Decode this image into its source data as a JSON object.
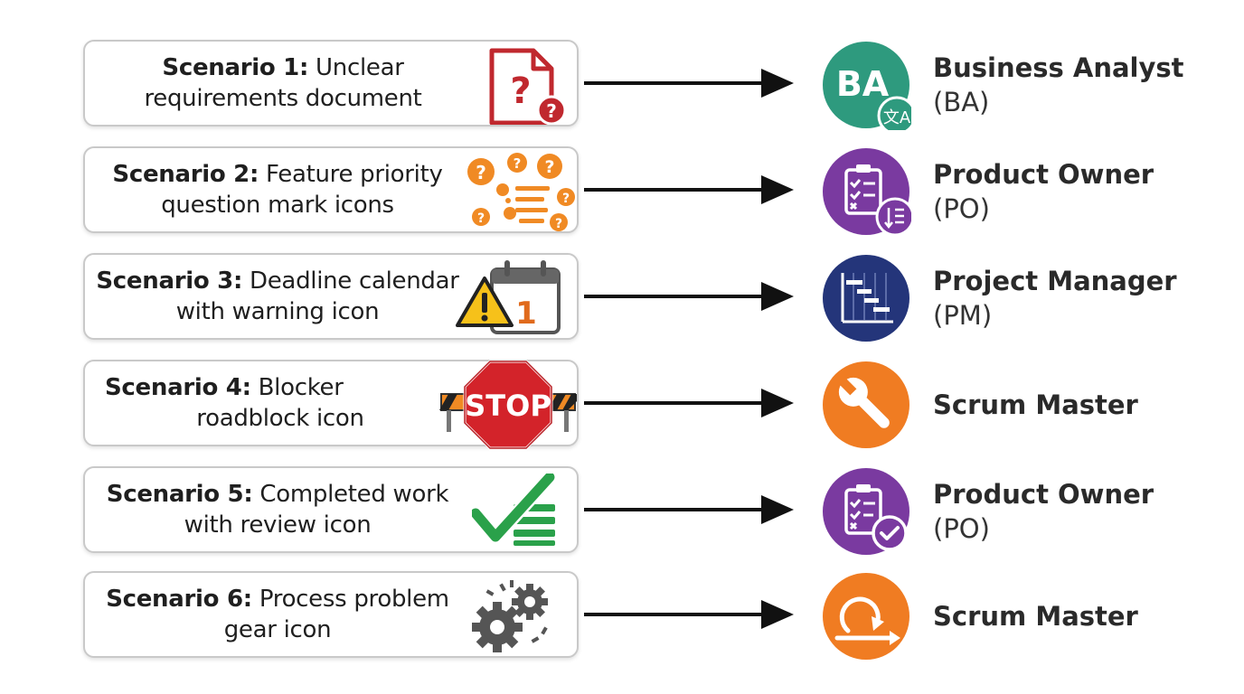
{
  "scenarios": [
    {
      "label": "Scenario 1:",
      "line1": "Unclear",
      "line2": "requirements document",
      "icon": "document-question-icon",
      "role": {
        "name": "Business Analyst",
        "abbr": "(BA)",
        "icon": "business-analyst-icon",
        "color": "#2e9a7e",
        "icon_text": "BA"
      }
    },
    {
      "label": "Scenario 2:",
      "line1": "Feature priority",
      "line2": "question mark icons",
      "icon": "question-marks-list-icon",
      "role": {
        "name": "Product Owner",
        "abbr": "(PO)",
        "icon": "clipboard-priority-icon",
        "color": "#7a3aa0"
      }
    },
    {
      "label": "Scenario 3:",
      "line1": "Deadline calendar",
      "line2": "with warning icon",
      "icon": "calendar-warning-icon",
      "calendar_text": "1",
      "role": {
        "name": "Project Manager",
        "abbr": "(PM)",
        "icon": "gantt-chart-icon",
        "color": "#24357a"
      }
    },
    {
      "label": "Scenario 4:",
      "line1": "Blocker",
      "line2": "roadblock icon",
      "icon": "stop-sign-roadblock-icon",
      "stop_text": "STOP",
      "role": {
        "name": "Scrum Master",
        "abbr": "",
        "icon": "wrench-icon",
        "color": "#f07c22"
      }
    },
    {
      "label": "Scenario 5:",
      "line1": "Completed work",
      "line2": "with review icon",
      "icon": "checkmark-list-icon",
      "role": {
        "name": "Product Owner",
        "abbr": "(PO)",
        "icon": "clipboard-check-icon",
        "color": "#7a3aa0"
      }
    },
    {
      "label": "Scenario 6:",
      "line1": "Process problem",
      "line2": "gear icon",
      "icon": "gears-icon",
      "role": {
        "name": "Scrum Master",
        "abbr": "",
        "icon": "scrum-cycle-icon",
        "color": "#f07c22"
      }
    }
  ]
}
